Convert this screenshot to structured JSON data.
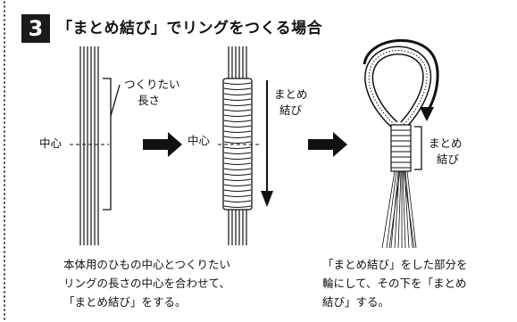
{
  "step_number": "3",
  "title": "「まとめ結び」でリングをつくる場合",
  "labels": {
    "length_line1": "つくりたい",
    "length_line2": "長さ",
    "center_left": "中心",
    "center_mid": "中心",
    "matome_mid_line1": "まとめ",
    "matome_mid_line2": "結び",
    "matome_right_line1": "まとめ",
    "matome_right_line2": "結び"
  },
  "captions": {
    "left_line1": "本体用のひもの中心とつくりたい",
    "left_line2": "リングの長さの中心を合わせて、",
    "left_line3": "「まとめ結び」をする。",
    "right_line1": "「まとめ結び」をした部分を",
    "right_line2": "輪にして、その下を「まとめ",
    "right_line3": "結び」する。"
  },
  "colors": {
    "ink": "#111111",
    "step_box": "#1a1a1a",
    "background": "#ffffff"
  }
}
